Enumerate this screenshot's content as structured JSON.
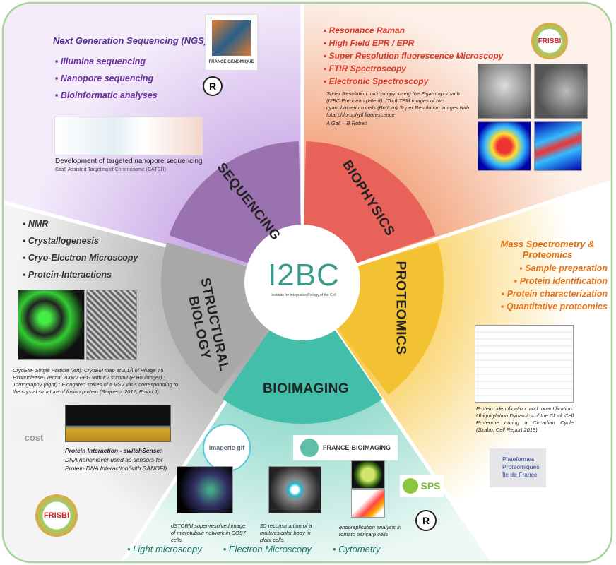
{
  "center_logo": {
    "text": "I2BC",
    "subtitle": "Institute for Integrative Biology of the Cell"
  },
  "sequencing": {
    "ring_label": "SEQUENCING",
    "title": "Next Generation Sequencing (NGS)",
    "items": [
      "Illumina sequencing",
      "Nanopore sequencing",
      "Bioinformatic analyses"
    ],
    "caption_title": "Development of targeted nanopore sequencing",
    "caption_sub": "Cas9 Assisted Targeting of Chromosome (CATCH)",
    "logo": "FRANCE GÉNOMIQUE"
  },
  "biophysics": {
    "ring_label": "BIOPHYSICS",
    "items": [
      "Resonance Raman",
      "High Field EPR / EPR",
      "Super Resolution fluorescence Microscopy",
      "FTIR Spectroscopy",
      "Electronic Spectroscopy"
    ],
    "caption": "Super Resolution microscopy: using the Figaro approach (I2BC European patent). (Top) TEM images of two cyanobacterium cells (Bottom) Super Resolution images with total chlorophyll fluorescence",
    "authors": "A Gall – B Robert",
    "logo": "FRISBI"
  },
  "proteomics": {
    "ring_label": "PROTEOMICS",
    "title": "Mass Spectrometry & Proteomics",
    "items": [
      "Sample preparation",
      "Protein identification",
      "Protein characterization",
      "Quantitative proteomics"
    ],
    "caption": "Protein identification and quantification: Ubiquitylation Dynamics of the Clock Cell Proteome during a Circadian Cycle (Szabo, Cell Report 2018)",
    "logo_lines": [
      "Plateformes",
      "Protéomiques",
      "Île de France"
    ]
  },
  "structural": {
    "ring_label_1": "STRUCTURAL",
    "ring_label_2": "BIOLOGY",
    "items": [
      "NMR",
      "Crystallogenesis",
      "Cryo-Electron Microscopy",
      "Protein-Interactions"
    ],
    "caption": "CryoEM- Single Particle (left): CryoEM map at 3,1Å of Phage T5 Exonuclease- Tecnai 200kV FEG with K2 summit (P Boulanger) ; Tomography (right) : Elongated spikes of a VSV virus corresponding to the crystal structure of fusion protein (Baquero, 2017, Embo J).",
    "interaction_title": "Protein Interaction - switchSense:",
    "interaction_text": "DNA nanonlever used as sensors for Protein-DNA Interaction(with SANOFI)",
    "logo_cost": "cost",
    "logo": "FRISBI"
  },
  "bioimaging": {
    "ring_label": "BIOIMAGING",
    "captions": [
      "dSTORM super-resolved image of microtubule network in COS7 cells.",
      "3D reconstruction of a multivesicular body in plant cells.",
      "endoreplication analysis in tomato pericarp cells"
    ],
    "items": [
      "Light microscopy",
      "Electron Microscopy",
      "Cytometry"
    ],
    "logos": [
      "imagerie gif",
      "FRANCE-BIOIMAGING",
      "SPS"
    ]
  },
  "colors": {
    "sequencing": "#9b72b0",
    "biophysics": "#e8625a",
    "proteomics": "#f3c233",
    "bioimaging": "#43bfa9",
    "structural": "#a8a8a8",
    "frame": "#a6d49a"
  }
}
